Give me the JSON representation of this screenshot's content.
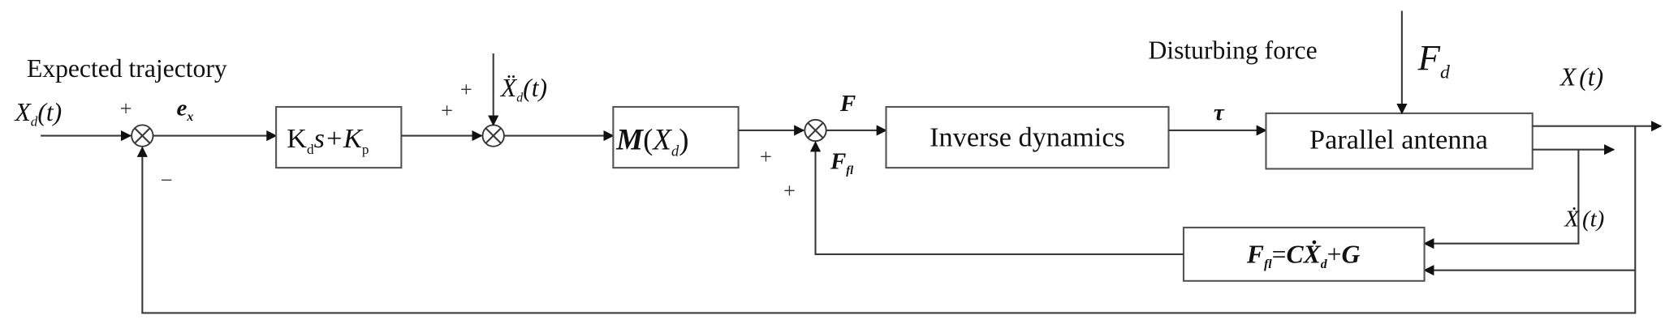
{
  "labels": {
    "expected_trajectory": "Expected trajectory",
    "disturbing_force": "Disturbing force"
  },
  "signals": {
    "xd": {
      "base": "X",
      "sub": "d",
      "arg": "(t)"
    },
    "ex": {
      "base": "e",
      "sub": "x"
    },
    "xdd": {
      "base": "Ẍ",
      "sub": "d",
      "arg": "(t)"
    },
    "f": {
      "base": "F"
    },
    "ffl": {
      "base": "F",
      "sub": "fl"
    },
    "tau": {
      "base": "τ"
    },
    "fd": {
      "base": "F",
      "sub": "d"
    },
    "x": {
      "base": "X",
      "arg": "(t)"
    },
    "xdot": {
      "base": "Ẋ",
      "arg": "(t)"
    }
  },
  "blocks": {
    "pd": {
      "k1": "K",
      "k1_sub": "d",
      "mid": "s+K",
      "k2_sub": "p"
    },
    "mass": {
      "base": "M",
      "open": "(",
      "x": "X",
      "sub": "d",
      "close": ")"
    },
    "inverse_dynamics": "Inverse dynamics",
    "parallel_antenna": "Parallel antenna",
    "friction": {
      "lhs": "F",
      "lhs_sub": "fl",
      "eq": "=",
      "c": "C",
      "xdot": "Ẋ",
      "x_sub": "d",
      "plus": "+",
      "g": "G"
    }
  },
  "signs": {
    "sum1_top": "+",
    "sum1_bottom": "−",
    "sum2_left": "+",
    "sum2_top": "+",
    "sum3_left": "+",
    "sum3_bottom": "+"
  }
}
